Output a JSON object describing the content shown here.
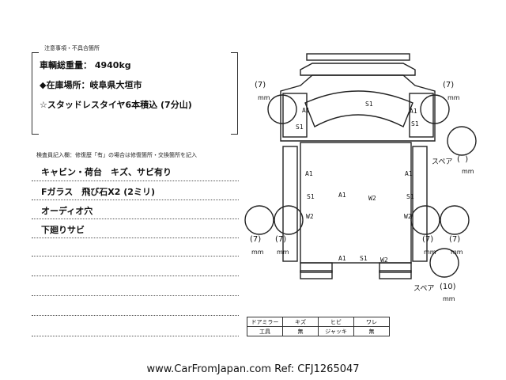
{
  "notes": {
    "header": "注意事項・不具合箇所",
    "lines": [
      "車輌総重量： 4940kg",
      "◆在庫場所：岐阜県大垣市",
      "☆スタッドレスタイヤ6本積込 (7分山)"
    ]
  },
  "inspection": {
    "header": "検査員記入欄：修復歴「有」の場合は修復箇所・交換箇所を記入",
    "lines": [
      "キャビン・荷台　キズ、サビ有り",
      "Fガラス　飛び石X2 (2ミリ)",
      "オーディオ穴",
      "下廻りサビ"
    ]
  },
  "diagram": {
    "unit": "mm",
    "tread": {
      "fl": "7",
      "fr": "7",
      "rl1": "7",
      "rl2": "7",
      "rr1": "7",
      "rr2": "7",
      "spare2": "10"
    },
    "spare_label": "スペア",
    "marks": {
      "A1": "A1",
      "S1": "S1",
      "W2": "W2"
    }
  },
  "legend": {
    "row1": [
      "ドアミラー",
      "キズ",
      "ヒビ",
      "ワレ"
    ],
    "row2": [
      "工具",
      "無",
      "ジャッキ",
      "無"
    ]
  },
  "footer": "www.CarFromJapan.com Ref: CFJ1265047"
}
